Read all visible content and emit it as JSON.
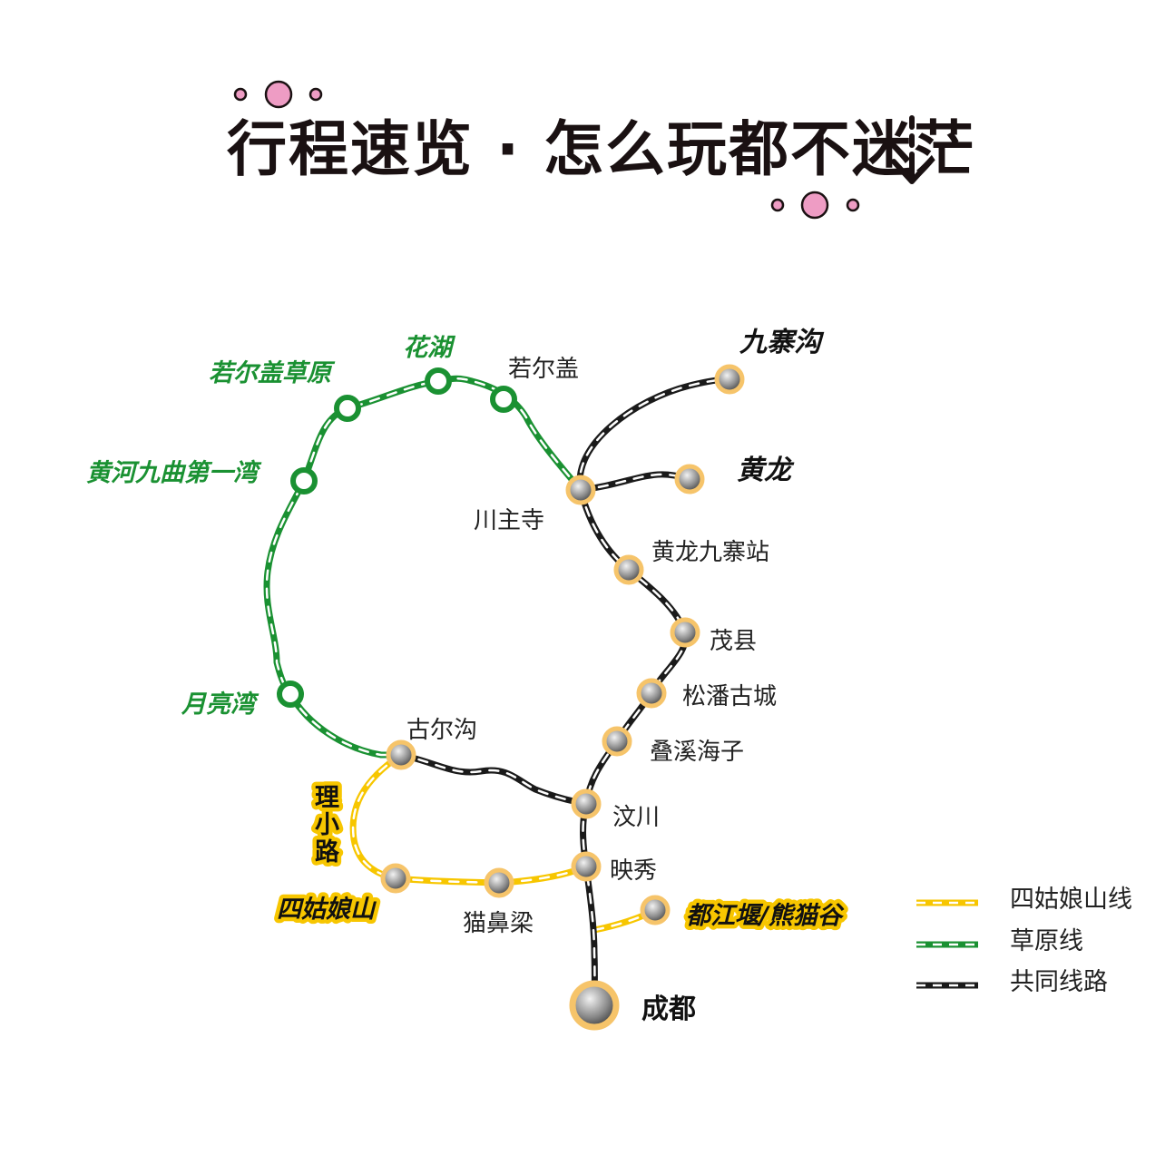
{
  "title": "行程速览 · 怎么玩都不迷茫",
  "colors": {
    "green": "#1a9132",
    "yellow": "#f7c600",
    "black": "#1a1a1a",
    "pink": "#ee9cc4",
    "station_ring": "#f6c46a"
  },
  "lines": {
    "grassland": "草原线",
    "siguniang": "四姑娘山线",
    "shared": "共同线路"
  },
  "stations": {
    "jiuzhaigou": "九寨沟",
    "huanglong": "黄龙",
    "chuanzhusi": "川主寺",
    "huanglong_jiuzhai_station": "黄龙九寨站",
    "maoxian": "茂县",
    "songpan": "松潘古城",
    "diexi": "叠溪海子",
    "wenchuan": "汶川",
    "yingxiu": "映秀",
    "chengdu": "成都",
    "dujiangyan": "都江堰/熊猫谷",
    "maobiliang": "猫鼻梁",
    "siguniangshan": "四姑娘山",
    "gu_er_gou": "古尔沟",
    "li_xiao_lu": "理小路",
    "ruoergai": "若尔盖",
    "huahu": "花湖",
    "ruoergai_grassland": "若尔盖草原",
    "huanghe_bend": "黄河九曲第一湾",
    "yueliangwan": "月亮湾"
  },
  "legend": [
    {
      "key": "siguniang",
      "label": "四姑娘山线"
    },
    {
      "key": "grassland",
      "label": "草原线"
    },
    {
      "key": "shared",
      "label": "共同线路"
    }
  ]
}
